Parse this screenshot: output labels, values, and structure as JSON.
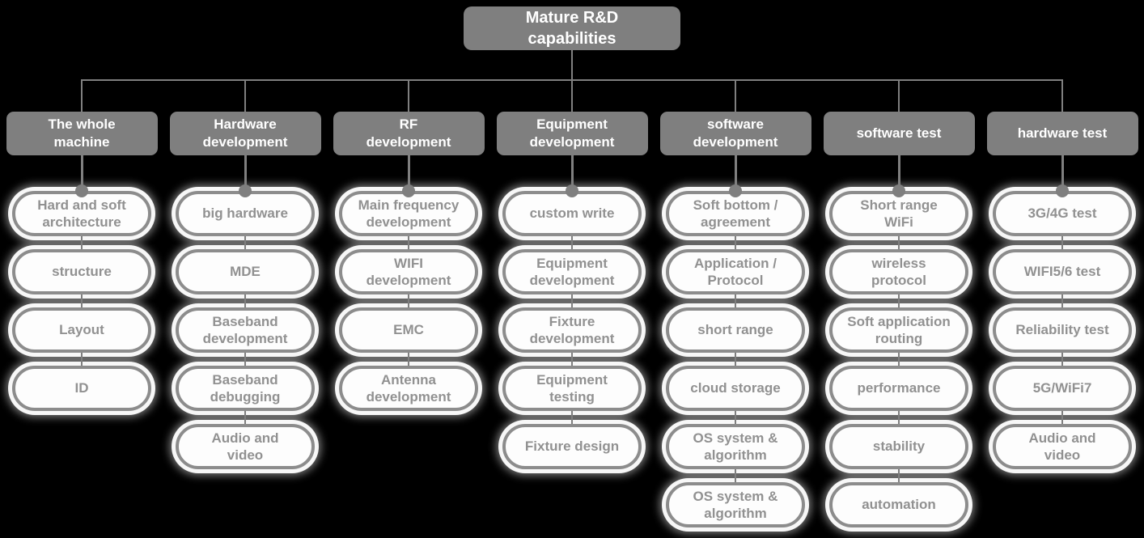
{
  "colors": {
    "background": "#000000",
    "node_fill": "#7f7f7f",
    "node_text": "#ffffff",
    "connector": "#7f7f7f",
    "dot": "#7f7f7f",
    "pill_fill": "#fdfdfd",
    "pill_border": "#8c8c8c",
    "pill_text": "#919191",
    "pill_glow": "#ffffff"
  },
  "tree": {
    "root": "Mature R&D\ncapabilities",
    "branches": [
      {
        "label": "The whole\nmachine",
        "children": [
          "Hard and soft\narchitecture",
          "structure",
          "Layout",
          "ID"
        ]
      },
      {
        "label": "Hardware\ndevelopment",
        "children": [
          "big hardware",
          "MDE",
          "Baseband\ndevelopment",
          "Baseband\ndebugging",
          "Audio and\nvideo"
        ]
      },
      {
        "label": "RF\ndevelopment",
        "children": [
          "Main frequency\ndevelopment",
          "WIFI\ndevelopment",
          "EMC",
          "Antenna\ndevelopment"
        ]
      },
      {
        "label": "Equipment\ndevelopment",
        "children": [
          "custom write",
          "Equipment\ndevelopment",
          "Fixture\ndevelopment",
          "Equipment\ntesting",
          "Fixture design"
        ]
      },
      {
        "label": "software\ndevelopment",
        "children": [
          "Soft bottom /\nagreement",
          "Application /\nProtocol",
          "short range",
          "cloud storage",
          "OS system &\nalgorithm",
          "OS system &\nalgorithm"
        ]
      },
      {
        "label": "software test",
        "children": [
          "Short range\nWiFi",
          "wireless\nprotocol",
          "Soft application\nrouting",
          "performance",
          "stability",
          "automation"
        ]
      },
      {
        "label": "hardware test",
        "children": [
          "3G/4G test",
          "WIFI5/6 test",
          "Reliability test",
          "5G/WiFi7",
          "Audio and\nvideo"
        ]
      }
    ]
  }
}
